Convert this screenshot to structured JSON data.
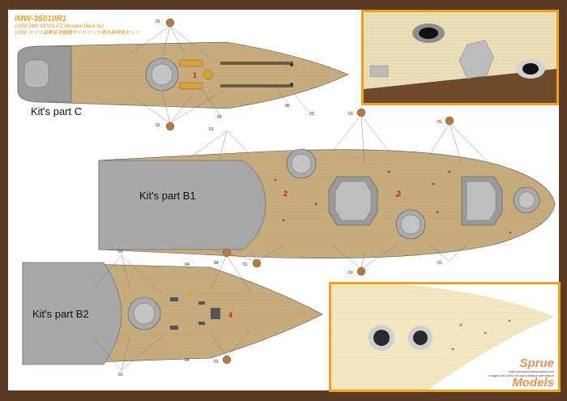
{
  "header": {
    "product_code": "IMW-35010R1",
    "scale_title": "1/350 SMS SEYDLITZ  Wooden Deck Set",
    "japanese_title": "1/350 ドイツ海軍巡洋戦艦ザイドリッツ用木製甲板セット"
  },
  "parts": {
    "c_label": "Kit's part   C",
    "b1_label": "Kit's part   B1",
    "b2_label": "Kit's part   B2"
  },
  "piece_numbers": {
    "n1": "1",
    "n2": "2",
    "n3": "3",
    "n4": "4"
  },
  "callouts": {
    "c_01a": "01",
    "c_01b": "01",
    "c_05": "05",
    "c_06": "06",
    "c_03": "03",
    "b1_01a": "01",
    "b1_01b": "01",
    "b1_01c": "01",
    "b1_01d": "01",
    "b1_01e": "01",
    "b1_01f": "01",
    "b2_01a": "01",
    "b2_01b": "01",
    "b2_01c": "01",
    "b2_04a": "04",
    "b2_04b": "04",
    "b2_04c": "04"
  },
  "watermark": {
    "brand_top": "Sprue",
    "brand_bottom": "Models",
    "fine_print_1": "www.spruebrothersmodels.com",
    "fine_print_2": "Images are not to be used without permission"
  },
  "colors": {
    "frame": "#5a3a22",
    "accent": "#f0a020",
    "wood": "#c8ad7f",
    "grey_deck": "#a8a8a8",
    "photo_wood": "#eadfb8",
    "marker": "#d81010"
  }
}
